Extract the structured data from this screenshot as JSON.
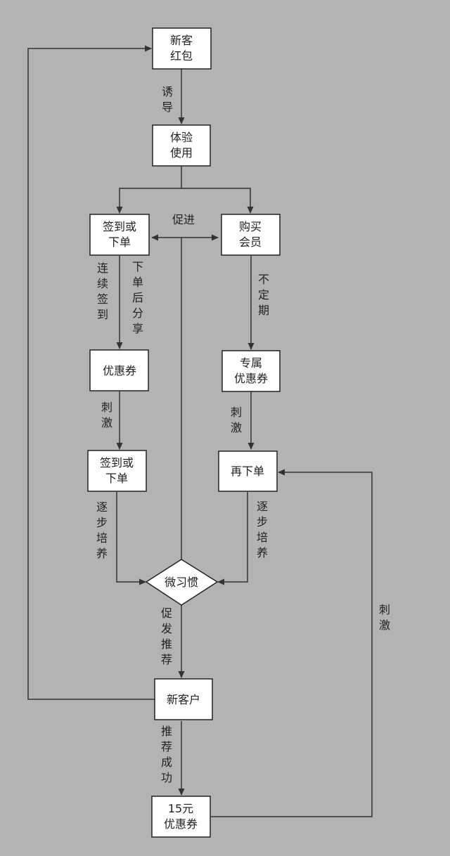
{
  "nodes": {
    "new_red_packet": [
      "新客",
      "红包"
    ],
    "experience_use": [
      "体验",
      "使用"
    ],
    "checkin_order_1": [
      "签到或",
      "下单"
    ],
    "buy_member": [
      "购买",
      "会员"
    ],
    "coupon": [
      "优惠券"
    ],
    "exclusive_coupon": [
      "专属",
      "优惠券"
    ],
    "checkin_order_2": [
      "签到或",
      "下单"
    ],
    "reorder": [
      "再下单"
    ],
    "micro_habit": [
      "微习惯"
    ],
    "new_customer": [
      "新客户"
    ],
    "coupon_15": [
      "15元",
      "优惠券"
    ]
  },
  "edge_labels": {
    "induce": "诱导",
    "promote": "促进",
    "continuous_checkin": "连续签到",
    "share_after_order": "下单后分享",
    "irregular": "不定期",
    "stimulate_left": "刺激",
    "stimulate_right": "刺激",
    "gradual_left": "逐步培养",
    "gradual_right": "逐步培养",
    "promote_recommend": "促发推荐",
    "recommend_success": "推荐成功",
    "stimulate_loop": "刺激"
  }
}
